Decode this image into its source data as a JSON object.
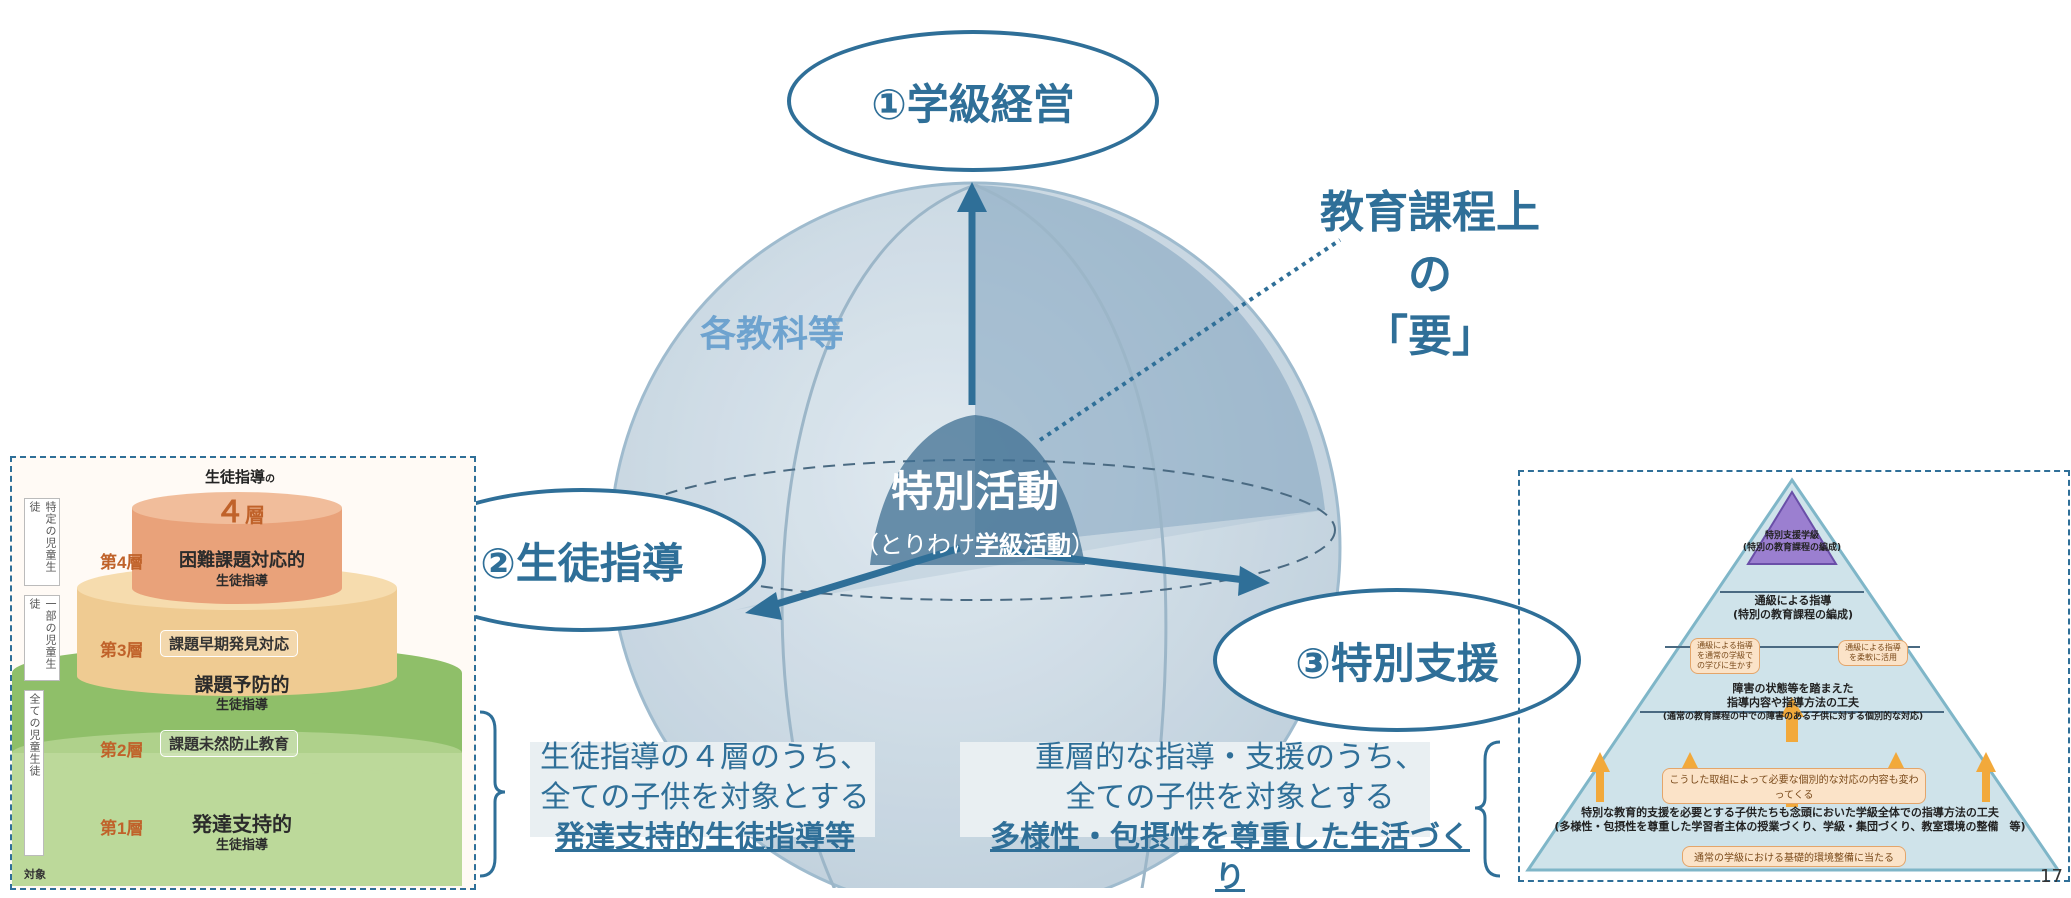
{
  "center": {
    "title": "特別活動",
    "subtitle_pre": "（とりわけ",
    "subtitle_link": "学級活動",
    "subtitle_post": "）",
    "sphere_label": "各教科等",
    "keystone_line1": "教育課程上の",
    "keystone_line2": "「要」"
  },
  "pillars": [
    {
      "label": "①学級経営"
    },
    {
      "label": "②生徒指導"
    },
    {
      "label": "③特別支援"
    }
  ],
  "left_caption": {
    "line1": "生徒指導の４層のうち、",
    "line2": "全ての子供を対象とする",
    "line3": "発達支持的生徒指導等"
  },
  "right_caption": {
    "line1": "重層的な指導・支援のうち、",
    "line2": "全ての子供を対象とする",
    "line3": "多様性・包摂性を尊重した生活づくり"
  },
  "layers_figure": {
    "title_pre": "生徒指導",
    "title_no": "の",
    "title_num": "４",
    "title_unit": "層",
    "side_labels": [
      "特定の児童生徒",
      "一部の児童生徒",
      "全ての児童生徒"
    ],
    "bottom_label": "対象",
    "tiers": [
      {
        "num": "第4層",
        "main": "困難課題対応的",
        "sub": "生徒指導"
      },
      {
        "num": "第3層",
        "chip": "課題早期発見対応"
      },
      {
        "main": "課題予防的",
        "sub": "生徒指導"
      },
      {
        "num": "第2層",
        "chip": "課題未然防止教育"
      },
      {
        "num": "第1層",
        "main": "発達支持的",
        "sub": "生徒指導"
      }
    ],
    "colors": {
      "tier4": "#e9a27a",
      "tier3": "#efcb92",
      "tier2": "#8fbf69",
      "tier1": "#bcd99a"
    }
  },
  "pyramid_figure": {
    "top_line1": "特別支援学級",
    "top_line2": "(特別の教育課程の編成)",
    "mid_line1": "通級による指導",
    "mid_line2": "(特別の教育課程の編成)",
    "side_left": "通級による指導を通常の学級での学びに生かす",
    "side_right": "通級による指導を柔軟に活用",
    "low_line1": "障害の状態等を踏まえた",
    "low_line2": "指導内容や指導方法の工夫",
    "low_line3": "(通常の教育課程の中での障害のある子供に対する個別的な対応)",
    "band": "こうした取組によって必要な個別的な対応の内容も変わってくる",
    "base_line1": "特別な教育的支援を必要とする子供たちも念頭においた学級全体での指導方法の工夫",
    "base_line2": "(多様性・包摂性を尊重した学習者主体の授業づくり、学級・集団づくり、教室環境の整備　等)",
    "base_chip": "通常の学級における基礎的環境整備に当たる"
  },
  "page_number": "17"
}
